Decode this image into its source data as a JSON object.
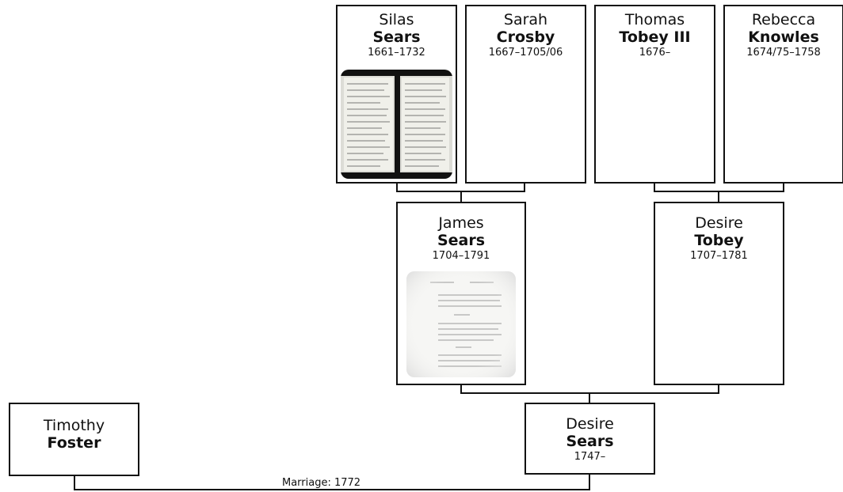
{
  "people": {
    "silas": {
      "given": "Silas",
      "surname": "Sears",
      "dates": "1661–1732"
    },
    "sarah": {
      "given": "Sarah",
      "surname": "Crosby",
      "dates": "1667–1705/06"
    },
    "thomas": {
      "given": "Thomas",
      "surname": "Tobey III",
      "dates": "1676–"
    },
    "rebecca": {
      "given": "Rebecca",
      "surname": "Knowles",
      "dates": "1674/75–1758"
    },
    "james": {
      "given": "James",
      "surname": "Sears",
      "dates": "1704–1791"
    },
    "desire_t": {
      "given": "Desire",
      "surname": "Tobey",
      "dates": "1707–1781"
    },
    "timothy": {
      "given": "Timothy",
      "surname": "Foster",
      "dates": ""
    },
    "desire_s": {
      "given": "Desire",
      "surname": "Sears",
      "dates": "1747–"
    }
  },
  "marriage": {
    "label": "Marriage: 1772"
  }
}
